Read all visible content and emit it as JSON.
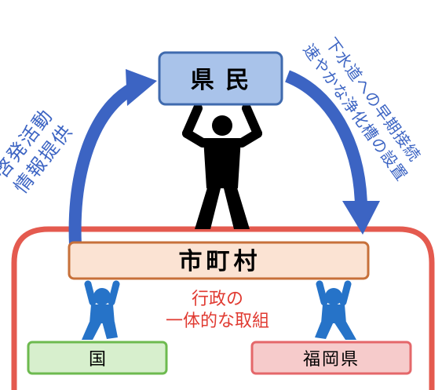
{
  "center_top": {
    "label": "県 民"
  },
  "center_mid": {
    "label": "市町村"
  },
  "left_arrow_text": {
    "line1": "啓発活動",
    "line2": "情報提供"
  },
  "right_arrow_text": {
    "line1": "下水道への早期接続",
    "line2": "速やかな浄化槽の設置"
  },
  "admin_text": {
    "line1": "行政の",
    "line2": "一体的な取組"
  },
  "bottom_left": {
    "label": "国"
  },
  "bottom_right": {
    "label": "福岡県"
  },
  "colors": {
    "arrow_blue": "#3c64c3",
    "top_box_fill": "#a9c3ea",
    "top_box_stroke": "#3f6aae",
    "mid_box_fill": "#fbe3d3",
    "mid_box_stroke": "#c7703a",
    "outer_red": "#e45a4f",
    "admin_text_red": "#e03a31",
    "left_box_fill": "#d7efcd",
    "left_box_stroke": "#6dba4f",
    "right_box_fill": "#f6cbcb",
    "right_box_stroke": "#e4676a",
    "person_black": "#000000",
    "person_blue": "#2673c8"
  }
}
